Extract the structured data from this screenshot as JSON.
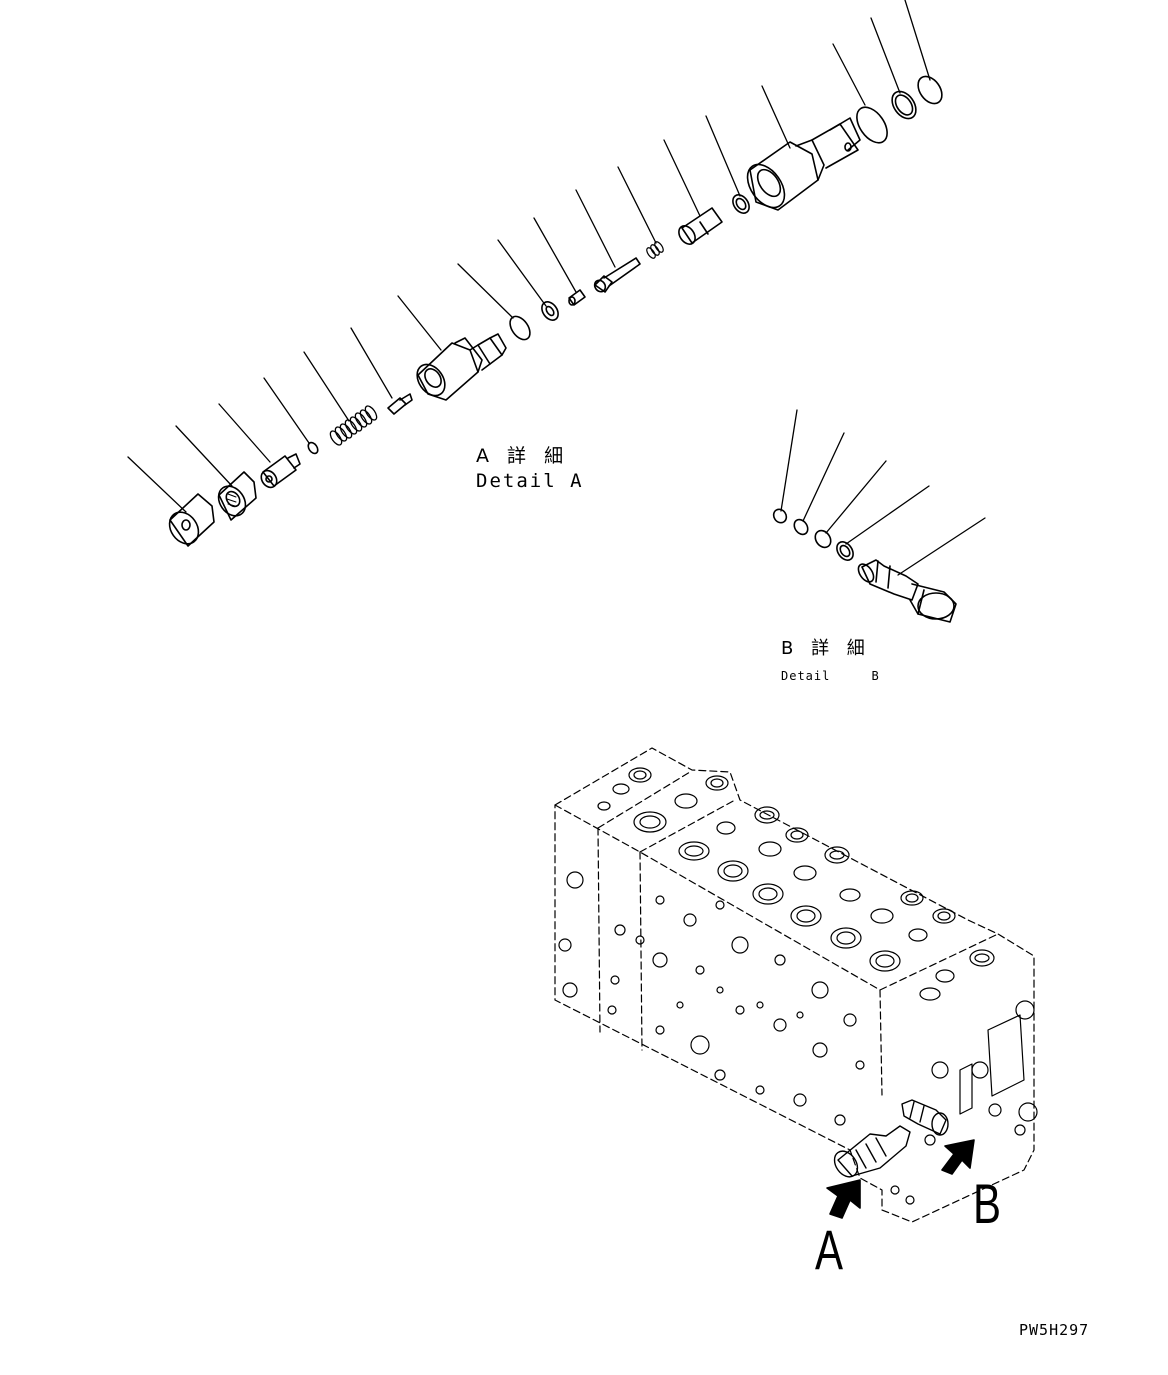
{
  "detail_a": {
    "title_jp": "A 詳 細",
    "title_en": "Detail A"
  },
  "detail_b": {
    "title_jp": "B 詳 細",
    "title_en": "Detail     B"
  },
  "view_labels": {
    "a": "A",
    "b": "B"
  },
  "drawing_code": "PW5H297",
  "colors": {
    "line": "#000000",
    "background": "#ffffff"
  }
}
